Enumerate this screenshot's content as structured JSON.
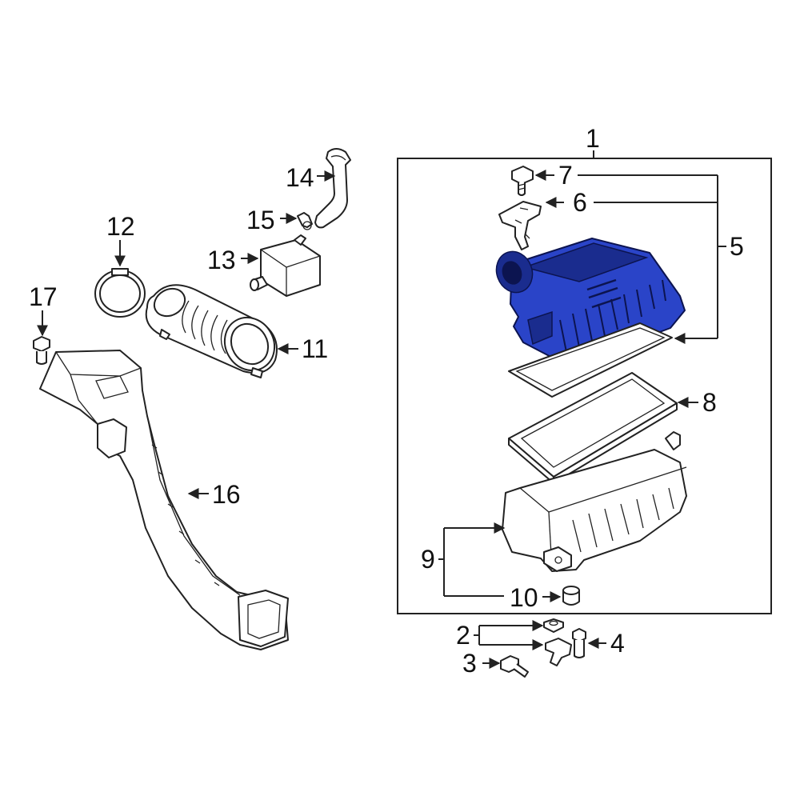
{
  "callouts": {
    "c1": "1",
    "c2": "2",
    "c3": "3",
    "c4": "4",
    "c5": "5",
    "c6": "6",
    "c7": "7",
    "c8": "8",
    "c9": "9",
    "c10": "10",
    "c11": "11",
    "c12": "12",
    "c13": "13",
    "c14": "14",
    "c15": "15",
    "c16": "16",
    "c17": "17"
  },
  "colors": {
    "highlight": "#2a44c8",
    "line": "#222222",
    "background": "#ffffff"
  },
  "highlighted_part": "5"
}
